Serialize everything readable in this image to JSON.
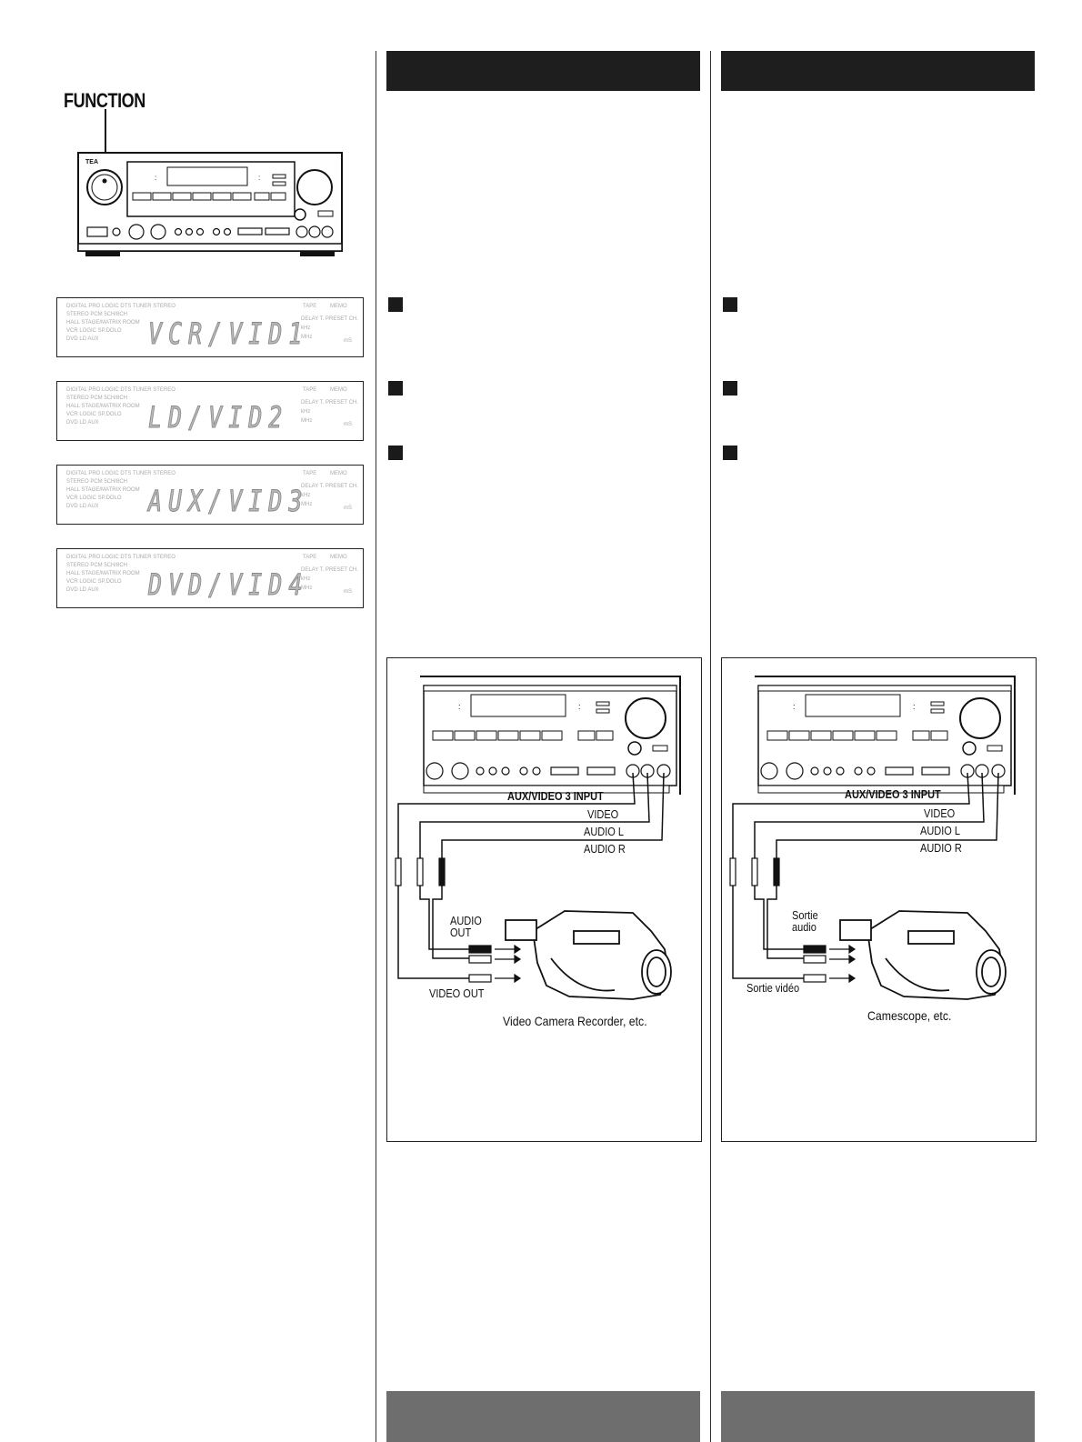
{
  "left": {
    "function_label": "FUNCTION",
    "brand": "TEA",
    "displays": [
      {
        "text": "VCR/VID1"
      },
      {
        "text": "LD/VID2"
      },
      {
        "text": "AUX/VID3"
      },
      {
        "text": "DVD/VID4"
      }
    ],
    "indicator_labels": {
      "row1": "DIGITAL  PRO LOGIC   DTS   TUNER  STEREO",
      "row2": "STEREO   PCM  5CH/8CH",
      "row3": "HALL STAGE/MATRIX  ROOM",
      "row4": "VCR LOGIC  SP.DOLO",
      "row5": "DVD  LD  AUX",
      "tape": "TAPE",
      "memo": "MEMO",
      "delay": "DELAY T. PRESET CH.",
      "khz": "kHz",
      "mhz": "MHz",
      "ms": "mS"
    }
  },
  "figure_en": {
    "input_label": "AUX/VIDEO 3 INPUT",
    "video": "VIDEO",
    "audio_l": "AUDIO L",
    "audio_r": "AUDIO R",
    "audio_out": "AUDIO\nOUT",
    "video_out": "VIDEO OUT",
    "caption": "Video Camera Recorder, etc."
  },
  "figure_fr": {
    "input_label": "AUX/VIDEO 3 INPUT",
    "video": "VIDEO",
    "audio_l": "AUDIO L",
    "audio_r": "AUDIO R",
    "audio_out": "Sortie\naudio",
    "video_out": "Sortie vidéo",
    "caption": "Camescope, etc."
  }
}
